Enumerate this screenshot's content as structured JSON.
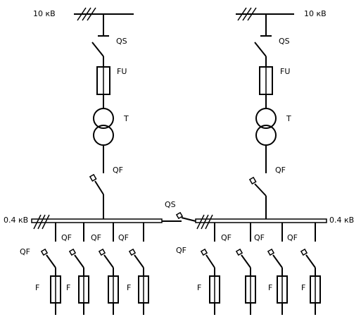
{
  "labels": {
    "hv_left": "10 кВ",
    "hv_right": "10 кВ",
    "qs_left": "QS",
    "qs_right": "QS",
    "fu_left": "FU",
    "fu_right": "FU",
    "t_left": "T",
    "t_right": "T",
    "qf_main_left": "QF",
    "qf_main_right": "QF",
    "lv_left": "0.4 кВ",
    "lv_right": "0.4 кВ",
    "qs_tie": "QS",
    "left_feeders": {
      "qf_top": [
        "QF",
        "QF",
        "QF"
      ],
      "qf_side": "QF",
      "f": [
        "F",
        "F",
        "F"
      ]
    },
    "right_feeders": {
      "qf_top": [
        "QF",
        "QF",
        "QF"
      ],
      "qf_side": "QF",
      "f": [
        "F",
        "F",
        "F"
      ]
    }
  }
}
